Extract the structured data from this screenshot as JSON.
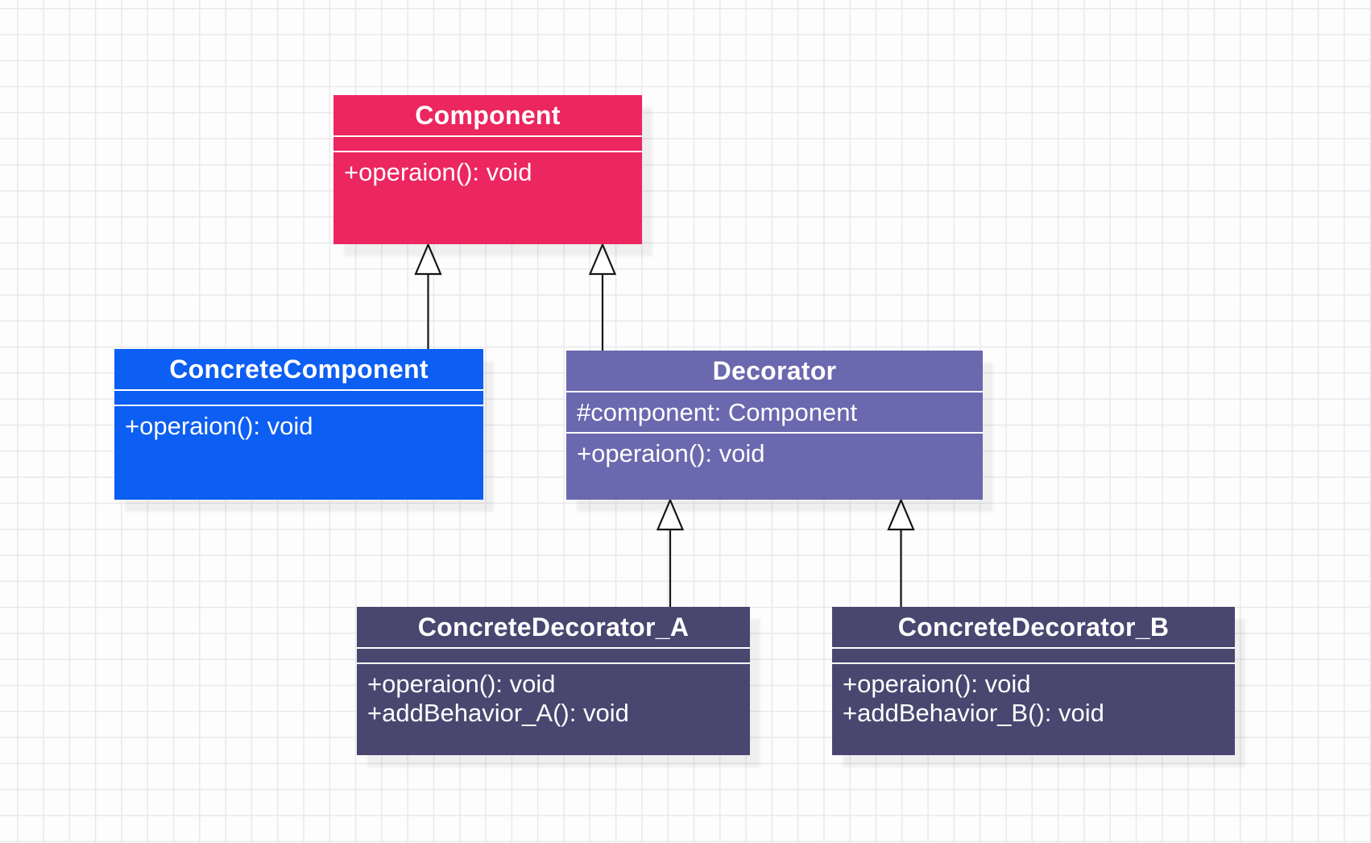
{
  "canvas": {
    "background": "#fdfdfd",
    "grid_color": "#e9e9ec",
    "edge_color": "#161616"
  },
  "classes": [
    {
      "name": "Component",
      "color": "#EC265F",
      "attributes": [],
      "methods": [
        "+operaion(): void"
      ]
    },
    {
      "name": "ConcreteComponent",
      "color": "#0D5EF2",
      "attributes": [],
      "methods": [
        "+operaion(): void"
      ]
    },
    {
      "name": "Decorator",
      "color": "#6A68AE",
      "attributes": [
        "#component: Component"
      ],
      "methods": [
        "+operaion(): void"
      ]
    },
    {
      "name": "ConcreteDecorator_A",
      "color": "#494770",
      "attributes": [],
      "methods": [
        "+operaion(): void",
        "+addBehavior_A(): void"
      ]
    },
    {
      "name": "ConcreteDecorator_B",
      "color": "#494770",
      "attributes": [],
      "methods": [
        "+operaion(): void",
        "+addBehavior_B(): void"
      ]
    }
  ],
  "relations": [
    {
      "type": "inheritance",
      "from": "ConcreteComponent",
      "to": "Component"
    },
    {
      "type": "inheritance",
      "from": "Decorator",
      "to": "Component"
    },
    {
      "type": "inheritance",
      "from": "ConcreteDecorator_A",
      "to": "Decorator"
    },
    {
      "type": "inheritance",
      "from": "ConcreteDecorator_B",
      "to": "Decorator"
    }
  ]
}
